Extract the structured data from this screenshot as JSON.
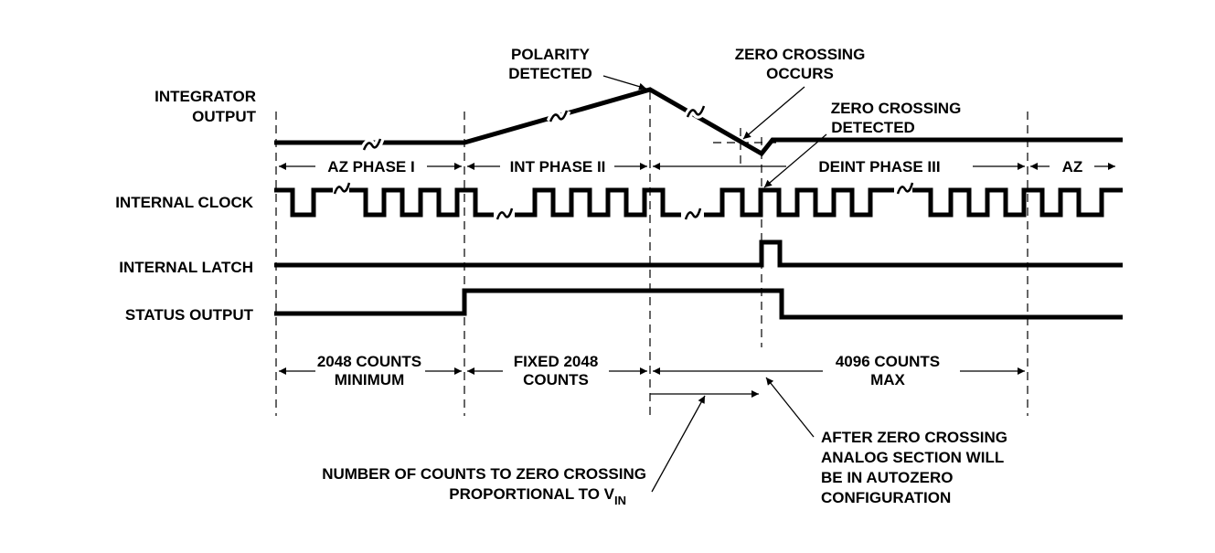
{
  "signals": {
    "integrator": [
      "INTEGRATOR",
      "OUTPUT"
    ],
    "clock": "INTERNAL CLOCK",
    "latch": "INTERNAL LATCH",
    "status": "STATUS OUTPUT"
  },
  "annotations": {
    "polarity": [
      "POLARITY",
      "DETECTED"
    ],
    "zc_occurs": [
      "ZERO CROSSING",
      "OCCURS"
    ],
    "zc_detected": [
      "ZERO CROSSING",
      "DETECTED"
    ],
    "counts_to_zc": [
      "NUMBER OF COUNTS TO ZERO CROSSING",
      "PROPORTIONAL TO V"
    ],
    "vin_subscript": "IN",
    "after_zc": [
      "AFTER ZERO CROSSING",
      "ANALOG SECTION WILL",
      "BE IN AUTOZERO",
      "CONFIGURATION"
    ]
  },
  "phases": {
    "az1": "AZ PHASE I",
    "int2": "INT PHASE II",
    "deint3": "DEINT PHASE III",
    "az": "AZ"
  },
  "counts": {
    "min": [
      "2048 COUNTS",
      "MINIMUM"
    ],
    "fixed": [
      "FIXED 2048",
      "COUNTS"
    ],
    "max": [
      "4096 COUNTS",
      "MAX"
    ]
  }
}
